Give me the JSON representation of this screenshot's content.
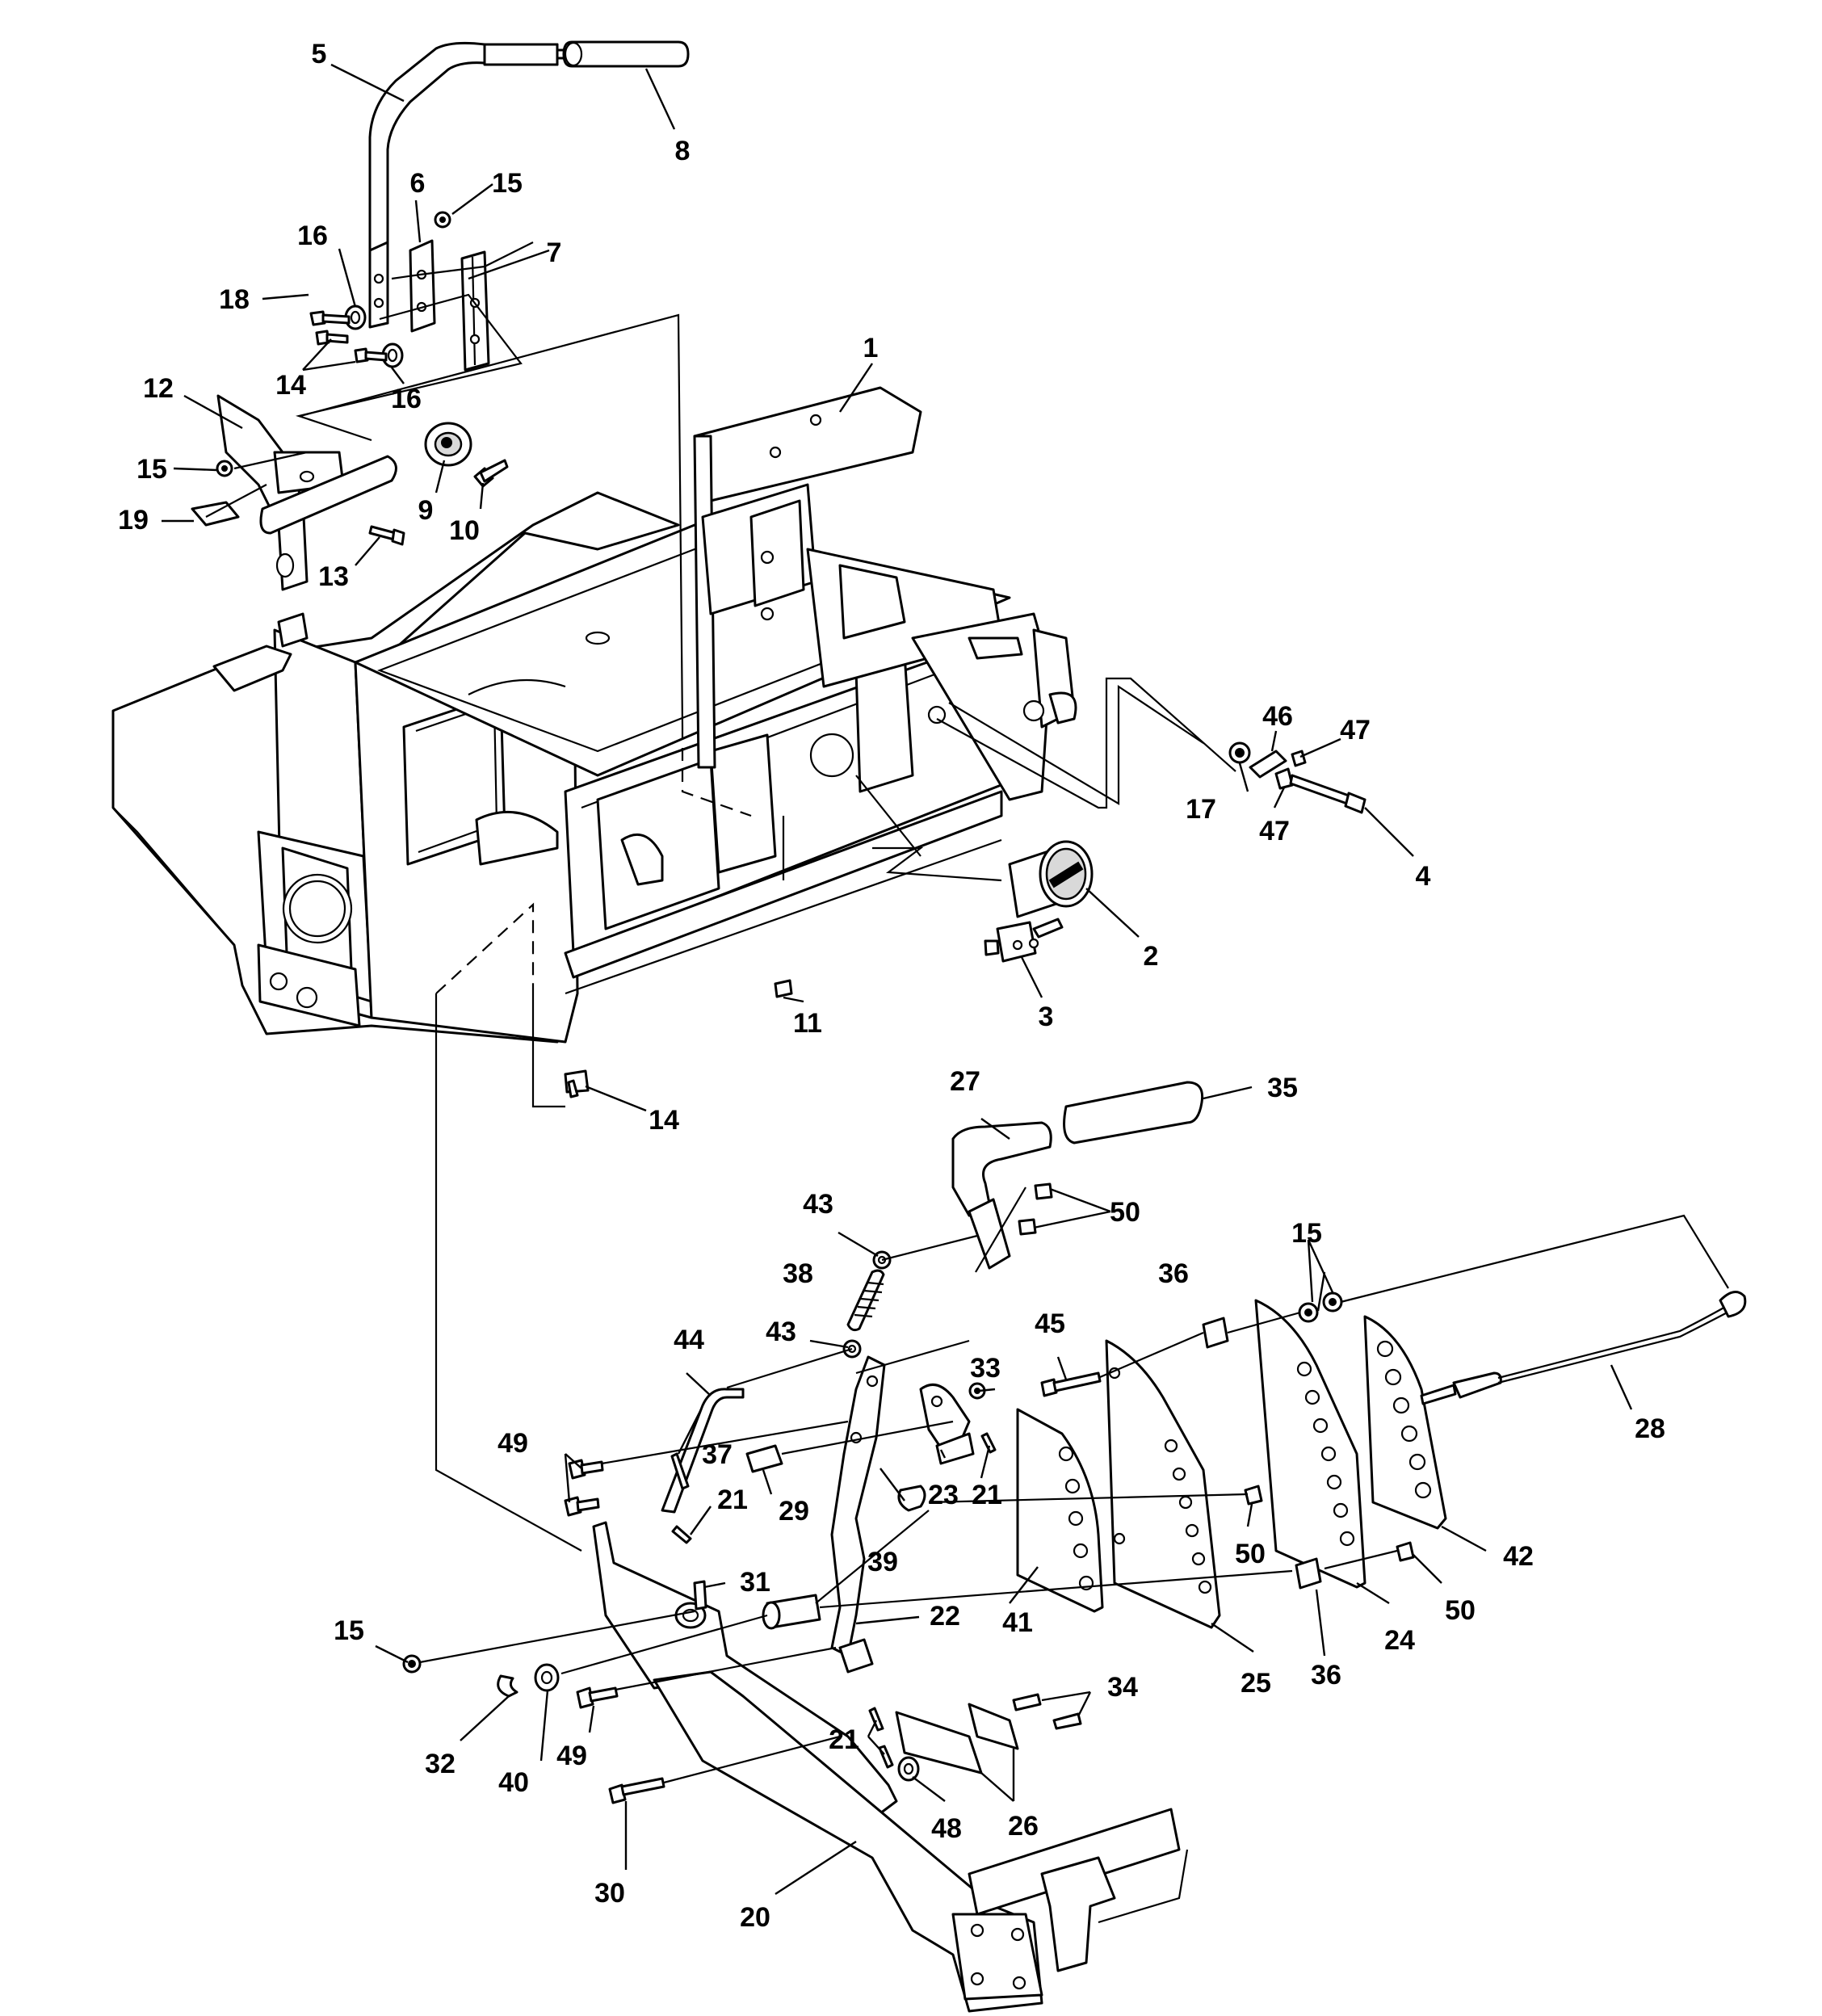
{
  "callouts": [
    {
      "id": "c1",
      "text": "1"
    },
    {
      "id": "c2",
      "text": "2"
    },
    {
      "id": "c3",
      "text": "3"
    },
    {
      "id": "c4",
      "text": "4"
    },
    {
      "id": "c5",
      "text": "5"
    },
    {
      "id": "c6",
      "text": "6"
    },
    {
      "id": "c7",
      "text": "7"
    },
    {
      "id": "c8",
      "text": "8"
    },
    {
      "id": "c9",
      "text": "9"
    },
    {
      "id": "c10",
      "text": "10"
    },
    {
      "id": "c11",
      "text": "11"
    },
    {
      "id": "c12",
      "text": "12"
    },
    {
      "id": "c13",
      "text": "13"
    },
    {
      "id": "c14a",
      "text": "14"
    },
    {
      "id": "c14b",
      "text": "14"
    },
    {
      "id": "c15a",
      "text": "15"
    },
    {
      "id": "c15b",
      "text": "15"
    },
    {
      "id": "c15c",
      "text": "15"
    },
    {
      "id": "c15d",
      "text": "15"
    },
    {
      "id": "c16a",
      "text": "16"
    },
    {
      "id": "c16b",
      "text": "16"
    },
    {
      "id": "c17",
      "text": "17"
    },
    {
      "id": "c18",
      "text": "18"
    },
    {
      "id": "c19",
      "text": "19"
    },
    {
      "id": "c20",
      "text": "20"
    },
    {
      "id": "c21a",
      "text": "21"
    },
    {
      "id": "c21b",
      "text": "21"
    },
    {
      "id": "c21c",
      "text": "21"
    },
    {
      "id": "c22",
      "text": "22"
    },
    {
      "id": "c23",
      "text": "23"
    },
    {
      "id": "c24",
      "text": "24"
    },
    {
      "id": "c25",
      "text": "25"
    },
    {
      "id": "c26",
      "text": "26"
    },
    {
      "id": "c27",
      "text": "27"
    },
    {
      "id": "c28",
      "text": "28"
    },
    {
      "id": "c29",
      "text": "29"
    },
    {
      "id": "c30",
      "text": "30"
    },
    {
      "id": "c31",
      "text": "31"
    },
    {
      "id": "c32",
      "text": "32"
    },
    {
      "id": "c33",
      "text": "33"
    },
    {
      "id": "c34",
      "text": "34"
    },
    {
      "id": "c35",
      "text": "35"
    },
    {
      "id": "c36a",
      "text": "36"
    },
    {
      "id": "c36b",
      "text": "36"
    },
    {
      "id": "c37",
      "text": "37"
    },
    {
      "id": "c38",
      "text": "38"
    },
    {
      "id": "c39",
      "text": "39"
    },
    {
      "id": "c40",
      "text": "40"
    },
    {
      "id": "c41",
      "text": "41"
    },
    {
      "id": "c42",
      "text": "42"
    },
    {
      "id": "c43a",
      "text": "43"
    },
    {
      "id": "c43b",
      "text": "43"
    },
    {
      "id": "c44",
      "text": "44"
    },
    {
      "id": "c45",
      "text": "45"
    },
    {
      "id": "c46",
      "text": "46"
    },
    {
      "id": "c47a",
      "text": "47"
    },
    {
      "id": "c47b",
      "text": "47"
    },
    {
      "id": "c48",
      "text": "48"
    },
    {
      "id": "c49a",
      "text": "49"
    },
    {
      "id": "c49b",
      "text": "49"
    },
    {
      "id": "c50a",
      "text": "50"
    },
    {
      "id": "c50b",
      "text": "50"
    },
    {
      "id": "c50c",
      "text": "50"
    }
  ]
}
